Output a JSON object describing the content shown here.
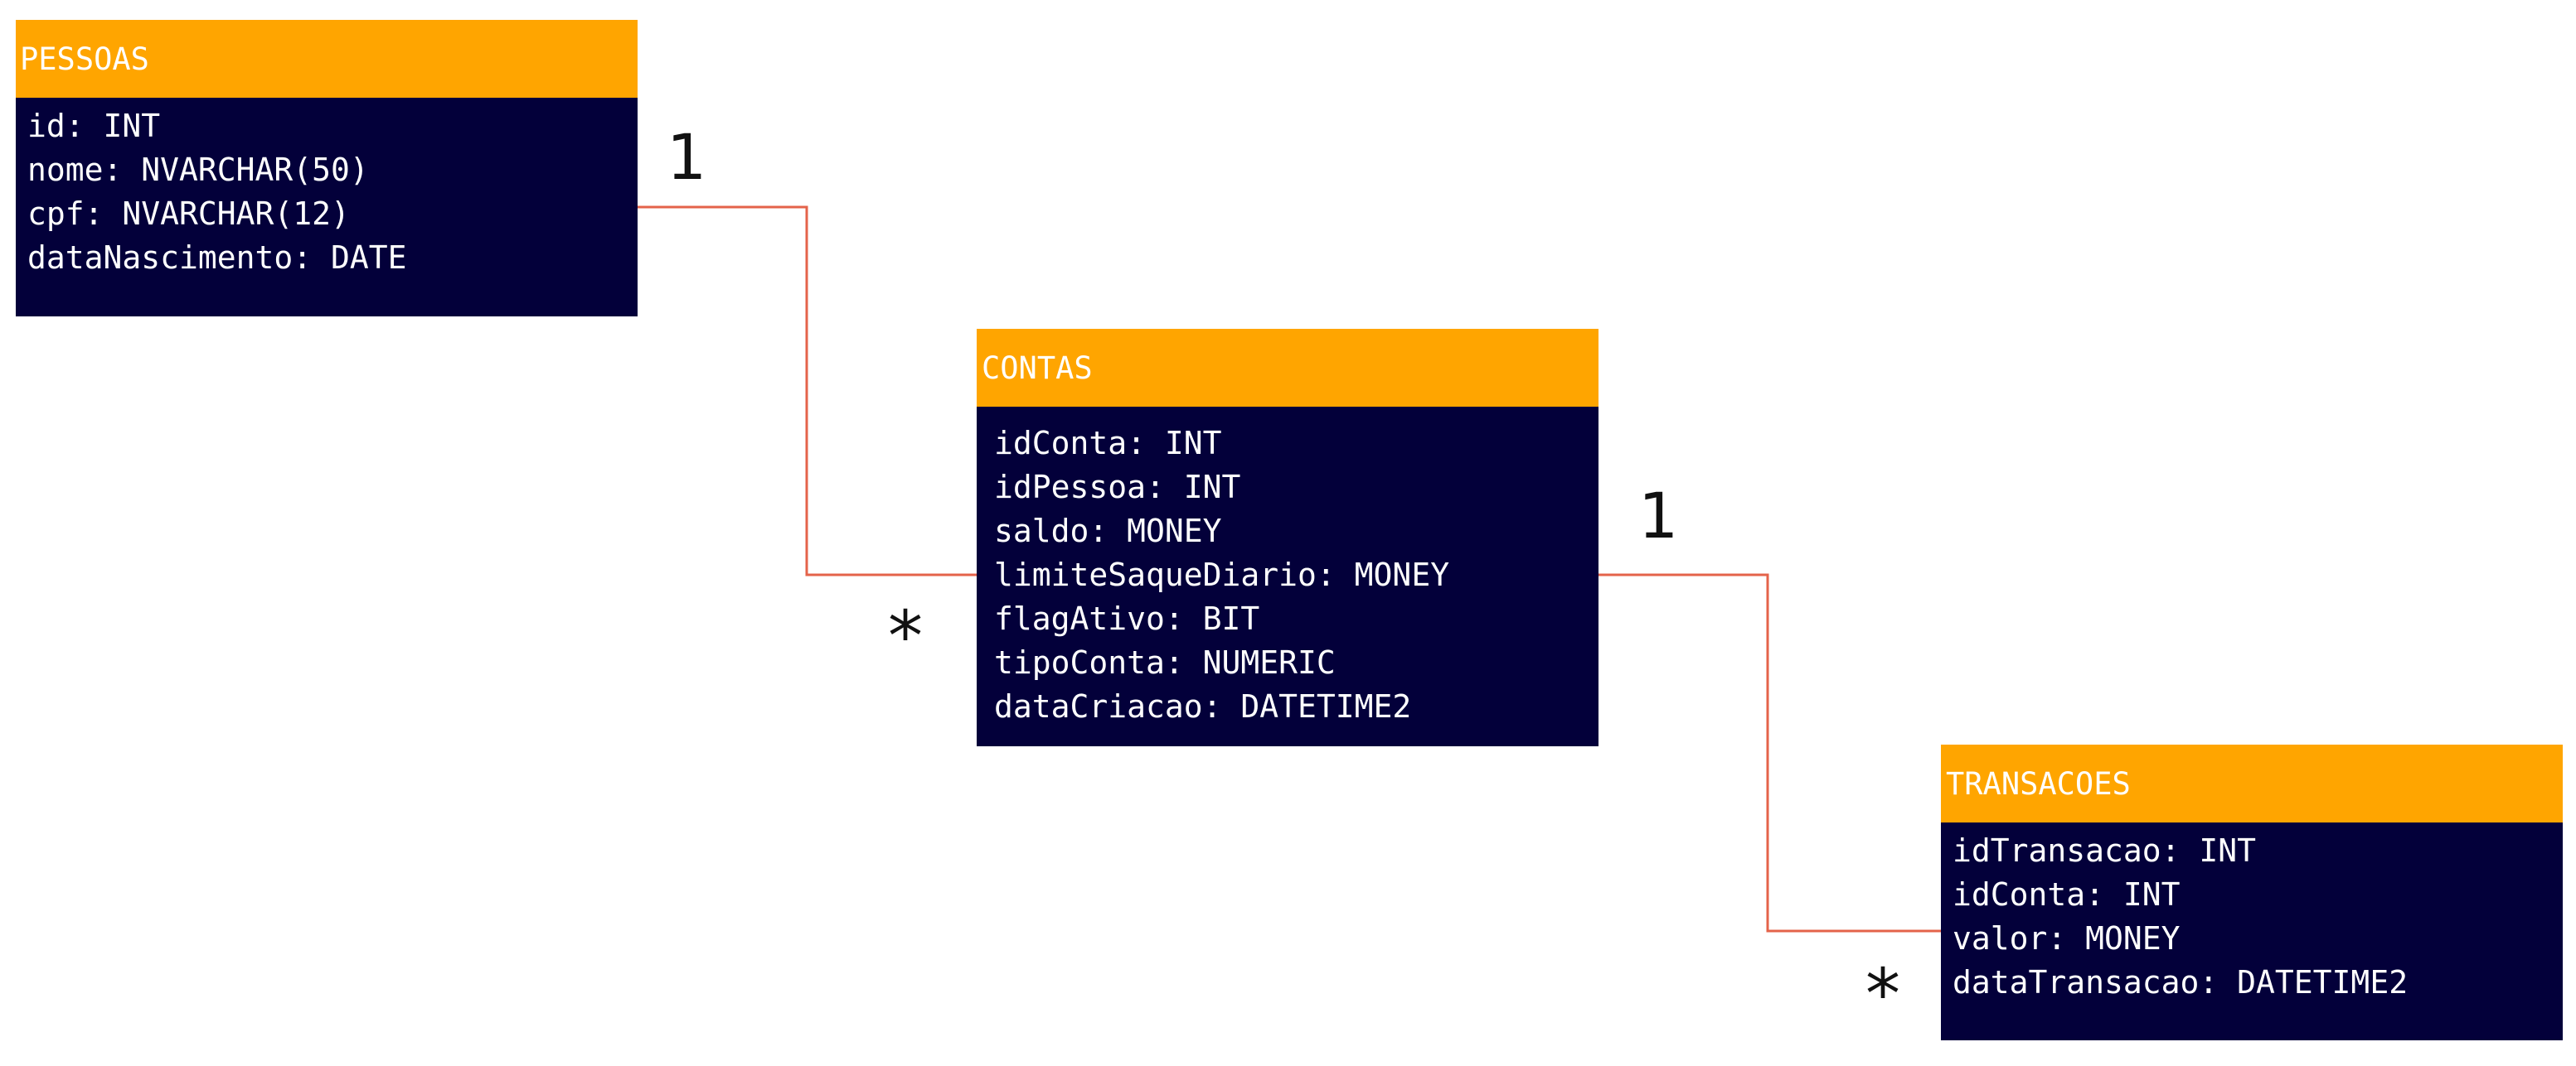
{
  "colors": {
    "header": "#ffa500",
    "body": "#03003a",
    "connector": "#e4634a",
    "text_light": "#ffffff",
    "text_dark": "#111111"
  },
  "entities": {
    "pessoas": {
      "title": "PESSOAS",
      "attributes": [
        "id: INT",
        "nome: NVARCHAR(50)",
        "cpf: NVARCHAR(12)",
        "dataNascimento: DATE"
      ]
    },
    "contas": {
      "title": "CONTAS",
      "attributes": [
        "idConta: INT",
        "idPessoa: INT",
        "saldo: MONEY",
        "limiteSaqueDiario: MONEY",
        "flagAtivo: BIT",
        "tipoConta: NUMERIC",
        "dataCriacao: DATETIME2"
      ]
    },
    "transacoes": {
      "title": "TRANSACOES",
      "attributes": [
        "idTransacao: INT",
        "idConta: INT",
        "valor: MONEY",
        "dataTransacao: DATETIME2"
      ]
    }
  },
  "relationships": [
    {
      "from": "PESSOAS",
      "to": "CONTAS",
      "from_mult": "1",
      "to_mult": "*"
    },
    {
      "from": "CONTAS",
      "to": "TRANSACOES",
      "from_mult": "1",
      "to_mult": "*"
    }
  ]
}
